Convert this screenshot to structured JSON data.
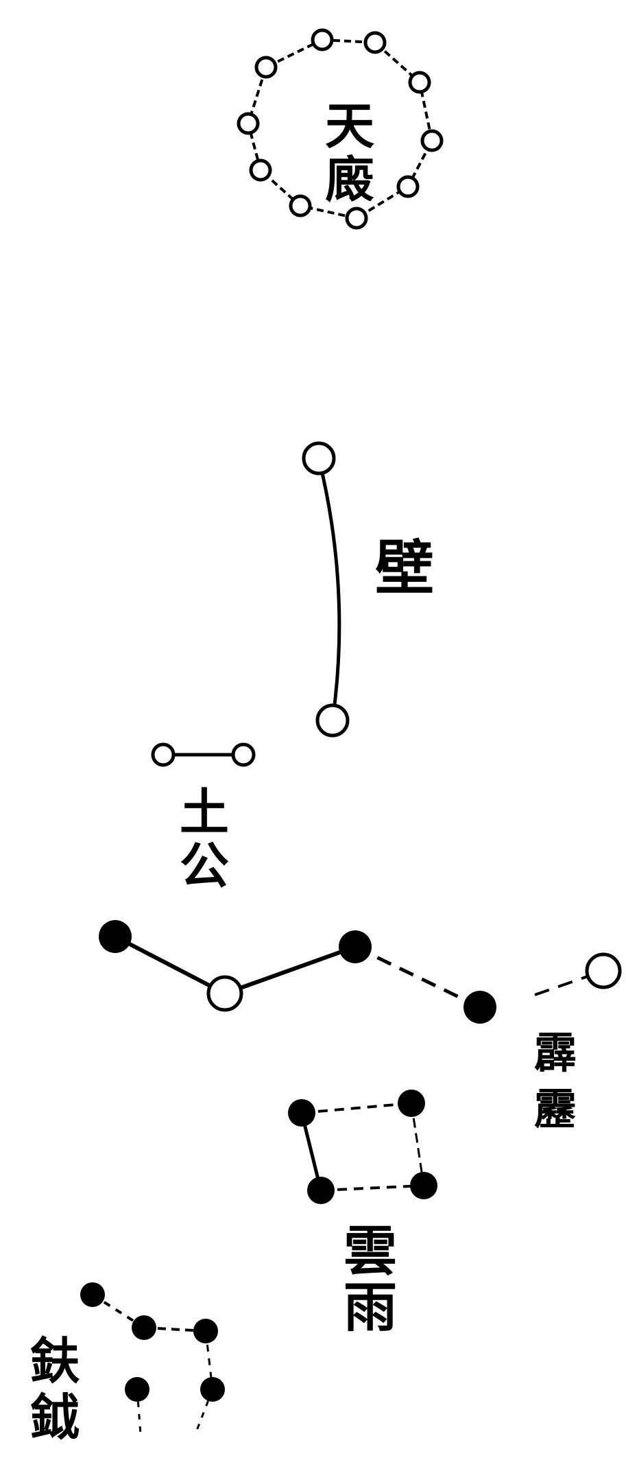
{
  "diagram": {
    "colors": {
      "ink": "#000000",
      "paper": "#ffffff"
    },
    "constellations": [
      {
        "id": "tianjiu",
        "label": "天廄",
        "star_style": "open"
      },
      {
        "id": "bi",
        "label": "壁",
        "star_style": "open"
      },
      {
        "id": "tugong",
        "label": "土公",
        "star_style": "open"
      },
      {
        "id": "pili",
        "label": "霹靂",
        "star_style": "filled"
      },
      {
        "id": "yunyu",
        "label": "雲雨",
        "star_style": "filled"
      },
      {
        "id": "fuyue",
        "label": "鈇鉞",
        "star_style": "filled"
      }
    ]
  }
}
